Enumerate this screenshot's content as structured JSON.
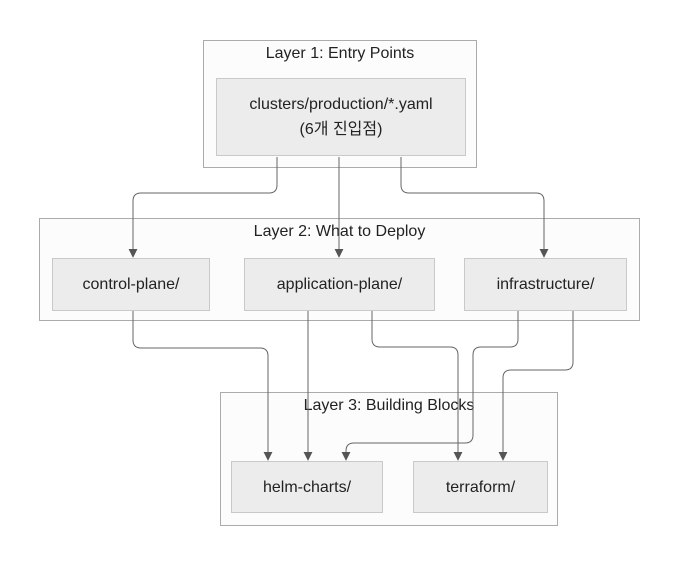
{
  "diagram": {
    "layers": [
      {
        "id": "layer1",
        "title": "Layer 1: Entry Points"
      },
      {
        "id": "layer2",
        "title": "Layer 2: What to Deploy"
      },
      {
        "id": "layer3",
        "title": "Layer 3: Building Blocks"
      }
    ],
    "nodes": {
      "entry": {
        "label": "clusters/production/*.yaml",
        "sublabel": "(6개 진입점)"
      },
      "control_plane": {
        "label": "control-plane/"
      },
      "application_plane": {
        "label": "application-plane/"
      },
      "infrastructure": {
        "label": "infrastructure/"
      },
      "helm_charts": {
        "label": "helm-charts/"
      },
      "terraform": {
        "label": "terraform/"
      }
    },
    "edges": [
      {
        "from": "entry",
        "to": "control_plane"
      },
      {
        "from": "entry",
        "to": "application_plane"
      },
      {
        "from": "entry",
        "to": "infrastructure"
      },
      {
        "from": "control_plane",
        "to": "helm_charts"
      },
      {
        "from": "application_plane",
        "to": "helm_charts"
      },
      {
        "from": "application_plane",
        "to": "terraform"
      },
      {
        "from": "infrastructure",
        "to": "helm_charts"
      },
      {
        "from": "infrastructure",
        "to": "terraform"
      }
    ],
    "colors": {
      "background": "#ffffff",
      "container_fill": "#fcfcfc",
      "container_border": "#ababab",
      "node_fill": "#ececec",
      "node_border": "#c9c9c9",
      "edge_line": "#666666",
      "arrowhead": "#555555",
      "text": "#222222"
    }
  }
}
